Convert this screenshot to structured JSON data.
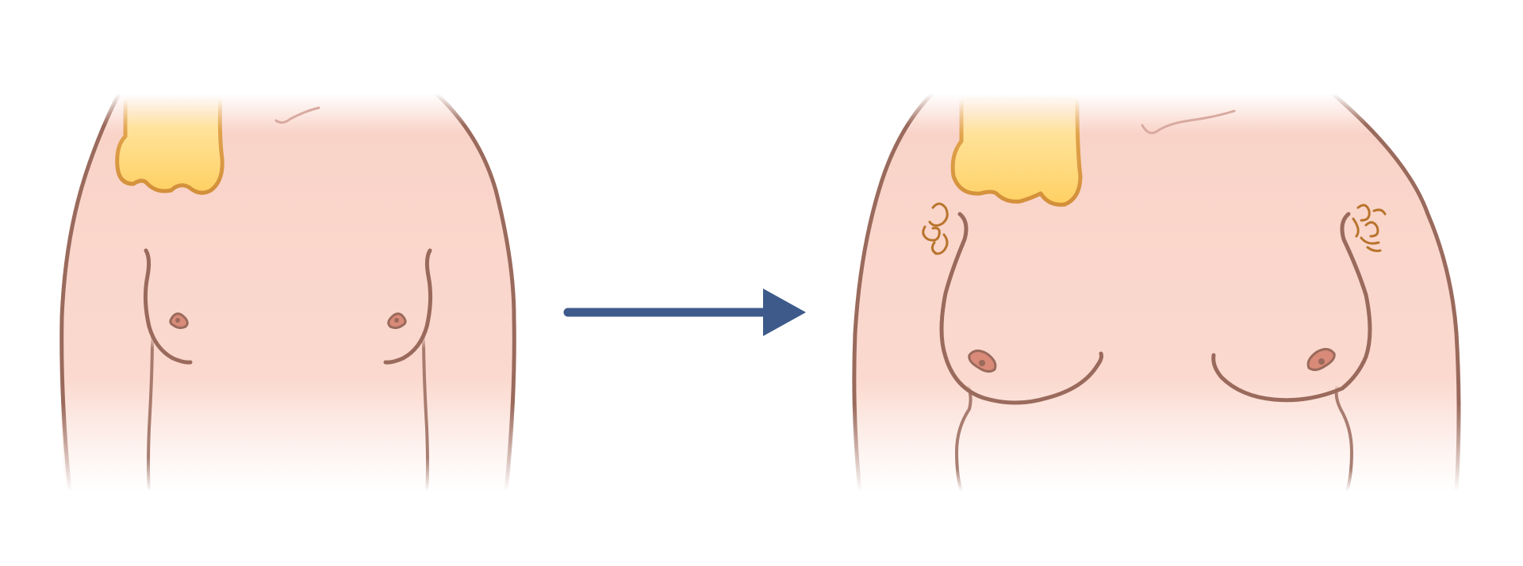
{
  "colors": {
    "background": "#ffffff",
    "skin_fill": "#f9d3c8",
    "skin_fill_light": "#fbe2da",
    "outline": "#9a6a5c",
    "neck_fill": "#ffd46f",
    "neck_outline": "#e0a24a",
    "arrow": "#3d5a8a",
    "hair": "#b8742c",
    "nipple_fill": "#d98a78"
  },
  "panels": [
    {
      "id": "before",
      "icon": "flat-chest-torso-illustration"
    },
    {
      "id": "after",
      "icon": "developed-chest-torso-illustration"
    }
  ],
  "connector": {
    "icon": "right-arrow-icon"
  }
}
